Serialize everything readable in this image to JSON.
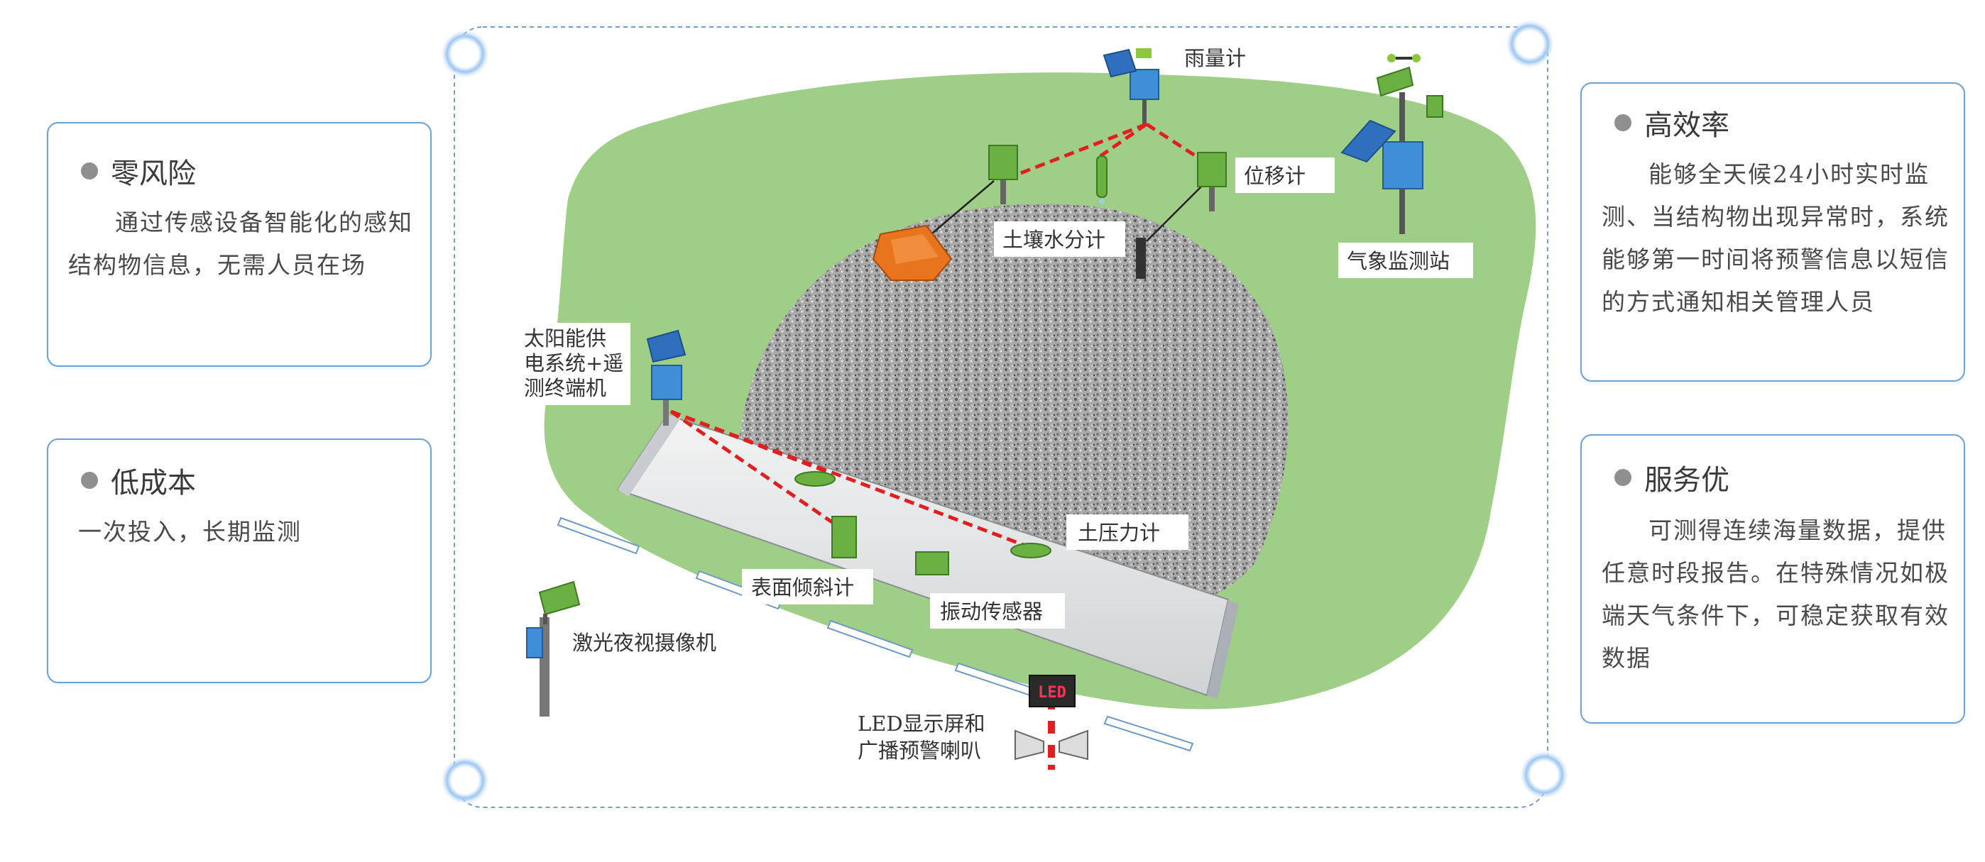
{
  "cards": {
    "zero_risk": {
      "title": "零风险",
      "text": "通过传感设备智能化的感知结构物信息，无需人员在场"
    },
    "low_cost": {
      "title": "低成本",
      "text": "一次投入，长期监测"
    },
    "efficiency": {
      "title": "高效率",
      "text": "能够全天候24小时实时监测、当结构物出现异常时，系统能够第一时间将预警信息以短信的方式通知相关管理人员"
    },
    "service": {
      "title": "服务优",
      "text": "可测得连续海量数据，提供任意时段报告。在特殊情况如极端天气条件下，可稳定获取有效数据"
    }
  },
  "diagram": {
    "labels": {
      "rain_gauge": "雨量计",
      "displacement": "位移计",
      "soil_moisture": "土壤水分计",
      "weather_station": "气象监测站",
      "solar_line1": "太阳能供",
      "solar_line2": "电系统+遥",
      "solar_line3": "测终端机",
      "earth_pressure": "土压力计",
      "surface_tilt": "表面倾斜计",
      "vibration": "振动传感器",
      "laser_camera": "激光夜视摄像机",
      "led_line1": "LED显示屏和",
      "led_line2": "广播预警喇叭",
      "led_screen": "LED"
    }
  },
  "colors": {
    "card_border": "#6ea0d8",
    "grass": "#9fcf87",
    "sensor_green": "#6bb043",
    "alert_line": "#e02020",
    "station_blue": "#3f8fd8"
  }
}
